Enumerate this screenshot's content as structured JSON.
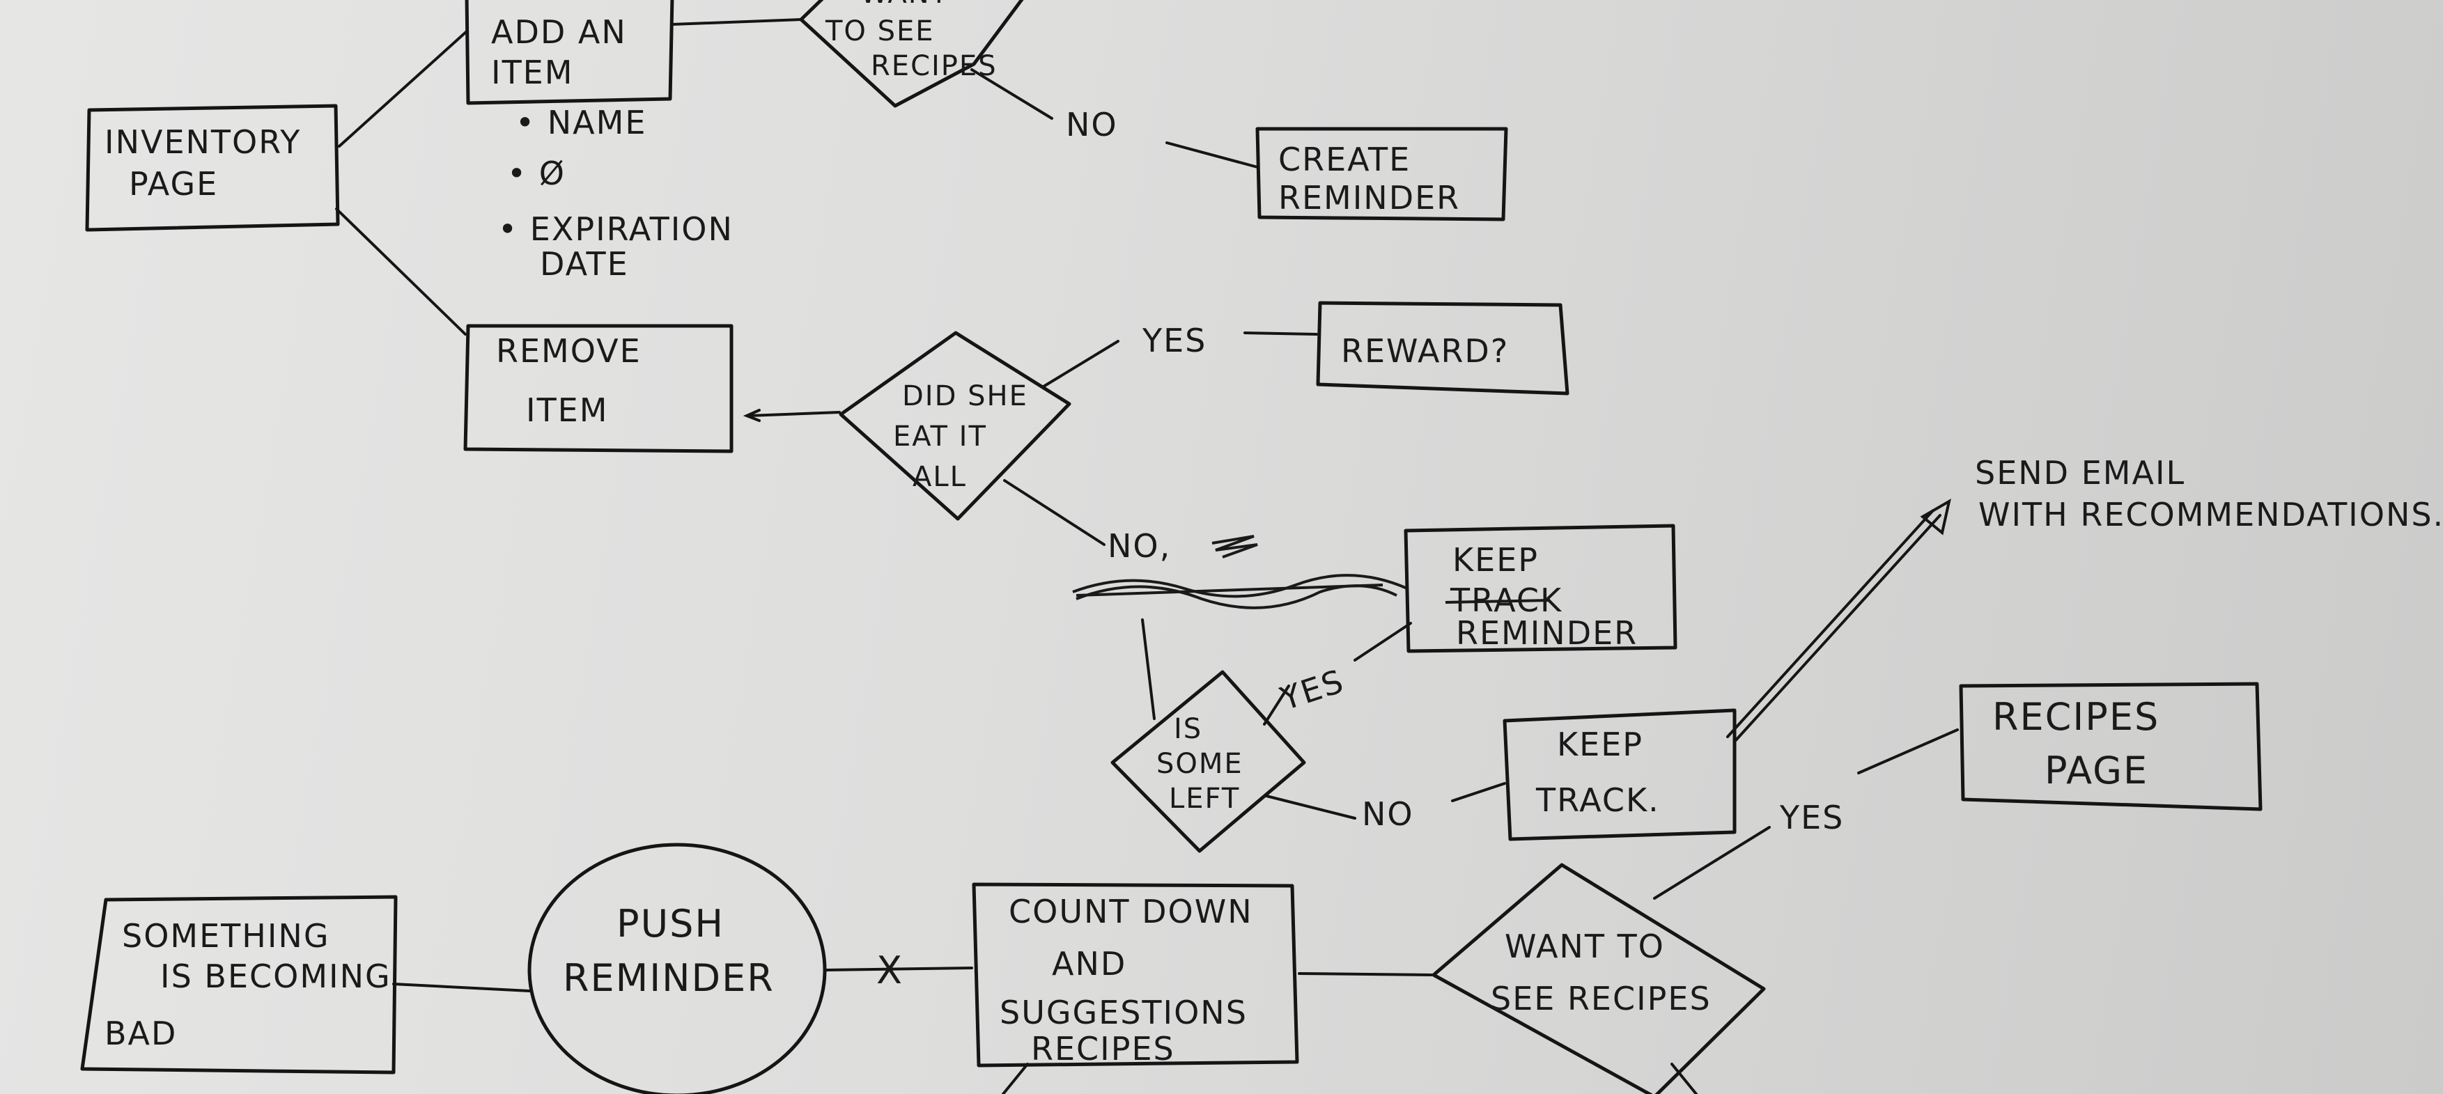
{
  "nodes": {
    "inventory_page": [
      "INVENTORY",
      "PAGE"
    ],
    "add_item": [
      "ADD AN",
      "ITEM"
    ],
    "item_fields": [
      "• NAME",
      "• Ø",
      "• EXPIRATION",
      "DATE"
    ],
    "want_to_see_recipes_top": [
      "WANT",
      "TO SEE",
      "RECIPES"
    ],
    "create_reminder": [
      "CREATE",
      "REMINDER"
    ],
    "remove_item": [
      "REMOVE",
      "ITEM"
    ],
    "did_she_eat_it_all": [
      "DID SHE",
      "EAT IT",
      "ALL"
    ],
    "reward": [
      "REWARD?"
    ],
    "keep_reminder": [
      "KEEP",
      "TRACK",
      "REMINDER"
    ],
    "is_some_left": [
      "IS",
      "SOME",
      "LEFT"
    ],
    "keep_track": [
      "KEEP",
      "TRACK."
    ],
    "send_email": [
      "SEND EMAIL",
      "WITH RECOMMENDATIONS."
    ],
    "recipes_page": [
      "RECIPES",
      "PAGE"
    ],
    "something_bad": [
      "SOMETHING",
      "IS BECOMING",
      "BAD"
    ],
    "push_reminder": [
      "PUSH",
      "REMINDER"
    ],
    "count_down": [
      "COUNT DOWN",
      "AND",
      "SUGGESTIONS",
      "RECIPES"
    ],
    "want_to_see_recipes_bottom": [
      "WANT TO",
      "SEE RECIPES"
    ]
  },
  "edge_labels": {
    "no_top": "NO",
    "yes_reward": "YES",
    "no_eat": "NO,",
    "yes_keep": "YES",
    "no_left": "NO",
    "yes_recipes": "YES",
    "x_mark": "X"
  }
}
